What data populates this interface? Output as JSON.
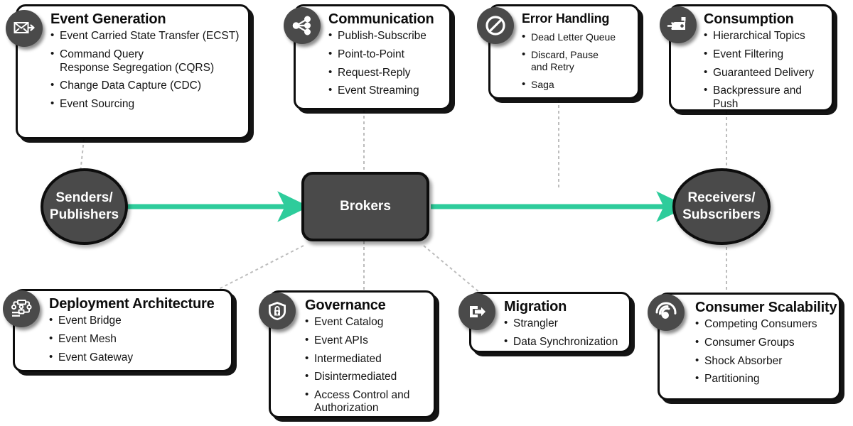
{
  "diagram": {
    "accent_color": "#2ecc9b",
    "node_fill": "#4a4a4a",
    "outline_color": "#0d0d0d",
    "card_fill": "#ffffff",
    "background": "#ffffff",
    "connector_color": "#b8b8b8"
  },
  "hubs": [
    {
      "id": "senders",
      "label_line1": "Senders/",
      "label_line2": "Publishers",
      "shape": "ellipse"
    },
    {
      "id": "brokers",
      "label_line1": "Brokers",
      "label_line2": "",
      "shape": "rounded-rect"
    },
    {
      "id": "receivers",
      "label_line1": "Receivers/",
      "label_line2": "Subscribers",
      "shape": "ellipse"
    }
  ],
  "cards": [
    {
      "id": "event-generation",
      "title": "Event Generation",
      "icon": "envelope-arrow-icon",
      "items": [
        "Event Carried State Transfer (ECST)",
        "Command Query\nResponse Segregation (CQRS)",
        "Change Data Capture (CDC)",
        "Event Sourcing"
      ]
    },
    {
      "id": "communication",
      "title": "Communication",
      "icon": "share-network-icon",
      "items": [
        "Publish-Subscribe",
        "Point-to-Point",
        "Request-Reply",
        "Event Streaming"
      ]
    },
    {
      "id": "error-handling",
      "title": "Error Handling",
      "icon": "no-entry-icon",
      "items": [
        "Dead Letter Queue",
        "Discard, Pause\nand Retry",
        "Saga"
      ]
    },
    {
      "id": "consumption",
      "title": "Consumption",
      "icon": "mailbox-icon",
      "items": [
        "Hierarchical Topics",
        "Event Filtering",
        "Guaranteed Delivery",
        "Backpressure and Push"
      ]
    },
    {
      "id": "deployment-architecture",
      "title": "Deployment Architecture",
      "icon": "network-topology-icon",
      "items": [
        "Event Bridge",
        "Event Mesh",
        "Event Gateway"
      ]
    },
    {
      "id": "governance",
      "title": "Governance",
      "icon": "shield-lock-icon",
      "items": [
        "Event Catalog",
        "Event APIs",
        "Intermediated",
        "Disintermediated",
        "Access Control and\nAuthorization"
      ]
    },
    {
      "id": "migration",
      "title": "Migration",
      "icon": "exit-arrow-icon",
      "items": [
        "Strangler",
        "Data Synchronization"
      ]
    },
    {
      "id": "consumer-scalability",
      "title": "Consumer Scalability",
      "icon": "concentric-waves-icon",
      "items": [
        "Competing Consumers",
        "Consumer Groups",
        "Shock Absorber",
        "Partitioning"
      ]
    }
  ],
  "flows": [
    {
      "id": "senders-to-brokers",
      "from": "senders",
      "to": "brokers",
      "style": "solid-arrow"
    },
    {
      "id": "brokers-to-receivers",
      "from": "brokers",
      "to": "receivers",
      "style": "solid-arrow"
    }
  ]
}
